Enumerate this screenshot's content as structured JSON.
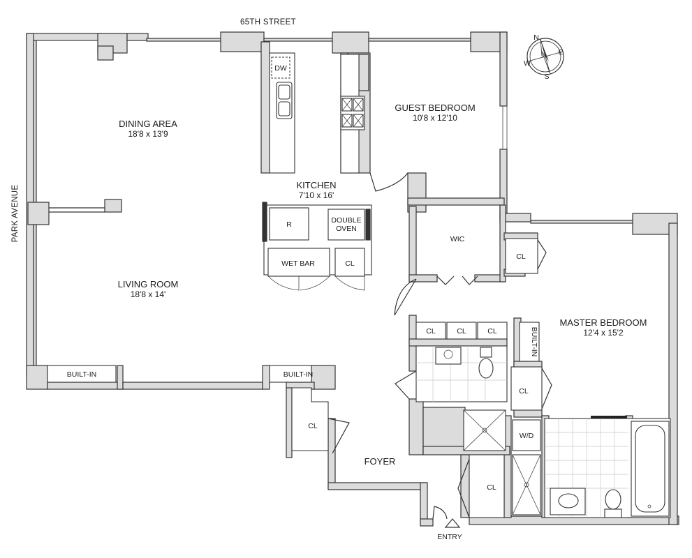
{
  "streets": {
    "north": "65TH STREET",
    "west": "PARK AVENUE"
  },
  "compass": {
    "north": "N",
    "east": "E",
    "south": "S",
    "west": "W"
  },
  "rooms": {
    "dining": {
      "name": "DINING AREA",
      "dims": "18'8 x 13'9"
    },
    "living": {
      "name": "LIVING ROOM",
      "dims": "18'8 x 14'"
    },
    "kitchen": {
      "name": "KITCHEN",
      "dims": "7'10 x 16'"
    },
    "guest": {
      "name": "GUEST BEDROOM",
      "dims": "10'8 x 12'10"
    },
    "master": {
      "name": "MASTER BEDROOM",
      "dims": "12'4 x 15'2"
    },
    "wic": {
      "name": "WIC"
    },
    "foyer": {
      "name": "FOYER"
    },
    "entry": {
      "name": "ENTRY"
    }
  },
  "fixtures": {
    "dw": "DW",
    "refrigerator": "R",
    "double_oven_1": "DOUBLE",
    "double_oven_2": "OVEN",
    "wet_bar": "WET BAR",
    "closet": "CL",
    "built_in": "BUILT-IN",
    "washer_dryer": "W/D"
  }
}
